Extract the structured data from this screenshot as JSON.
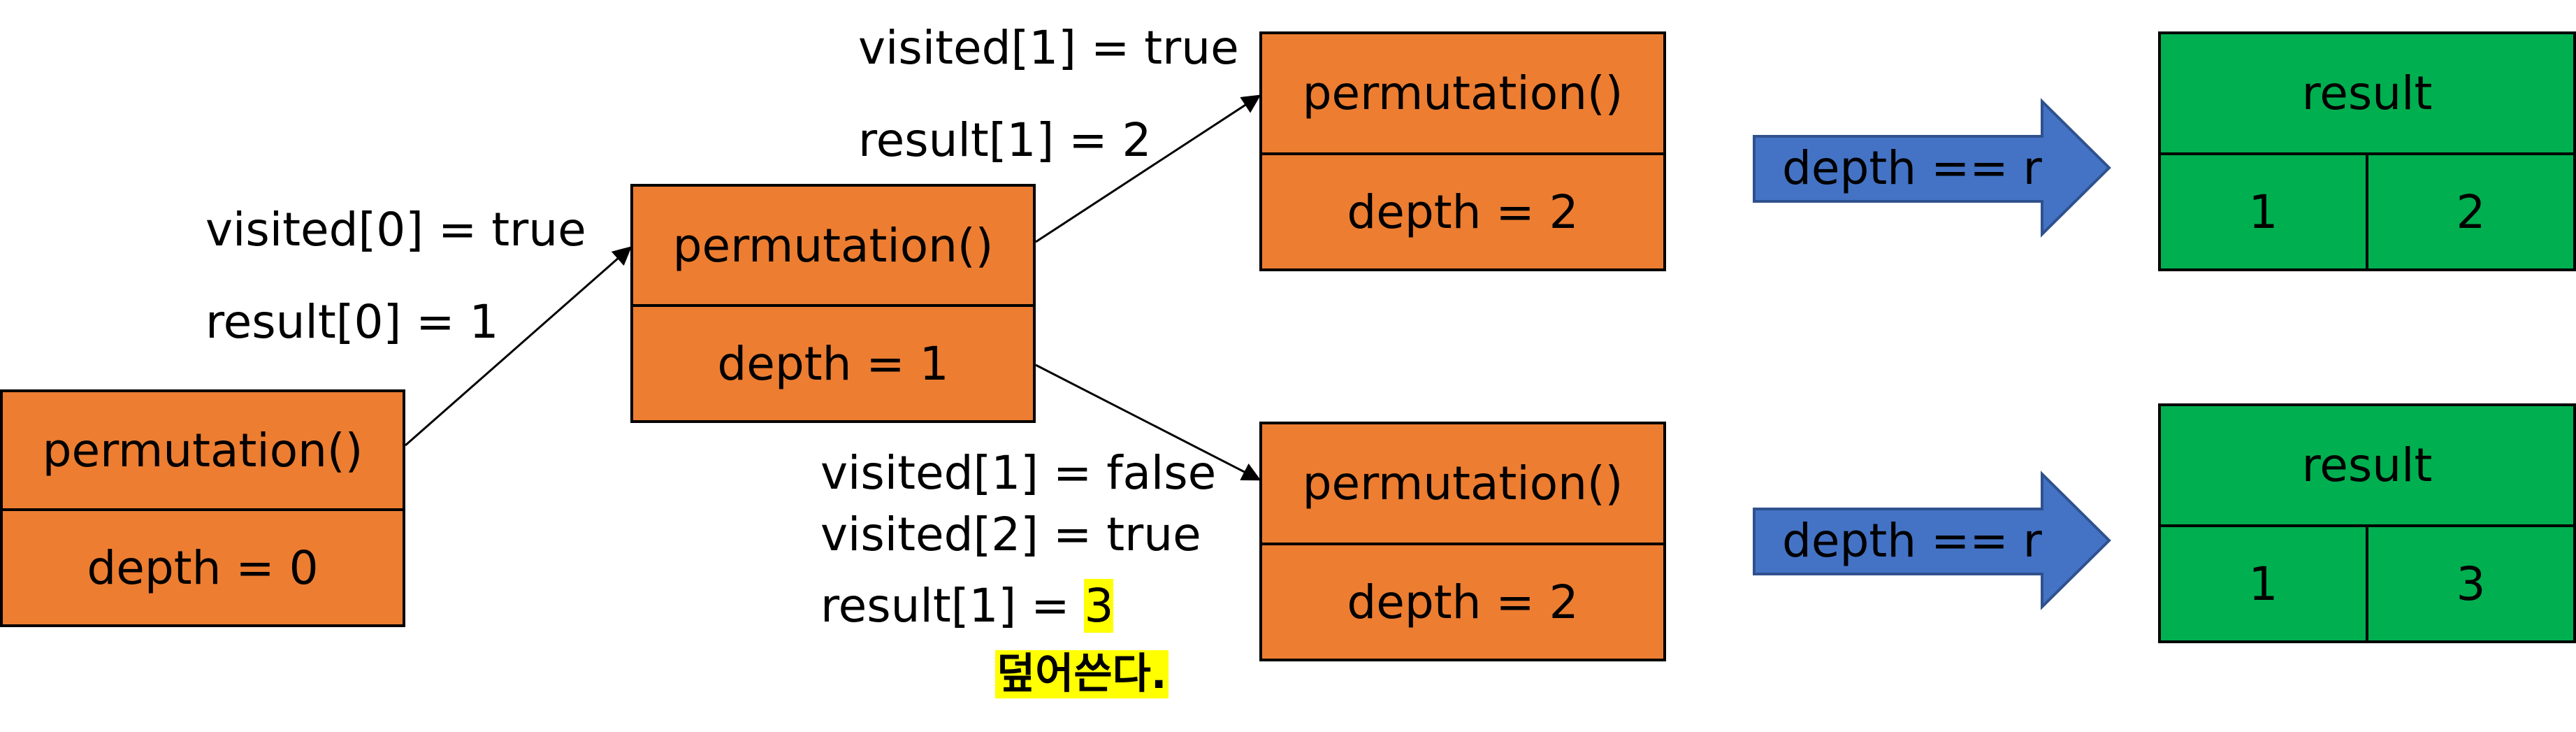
{
  "nodes": {
    "root": {
      "func": "permutation()",
      "depth": "depth = 0"
    },
    "level1": {
      "func": "permutation()",
      "depth": "depth = 1"
    },
    "level2_top": {
      "func": "permutation()",
      "depth": "depth = 2"
    },
    "level2_bottom": {
      "func": "permutation()",
      "depth": "depth = 2"
    }
  },
  "edges": {
    "root_to_level1": {
      "line1": "visited[0] = true",
      "line2": "result[0] = 1"
    },
    "level1_to_top": {
      "line1": "visited[1] = true",
      "line2": "result[1] = 2"
    },
    "level1_to_bottom": {
      "line1": "visited[1] = false",
      "line2": "visited[2] = true",
      "line3_prefix": "result[1] = ",
      "line3_value": "3",
      "note": "덮어쓴다."
    }
  },
  "terminal_arrows": {
    "top": {
      "label": "depth == r"
    },
    "bottom": {
      "label": "depth == r"
    }
  },
  "results": {
    "top": {
      "header": "result",
      "cells": [
        "1",
        "2"
      ]
    },
    "bottom": {
      "header": "result",
      "cells": [
        "1",
        "3"
      ]
    }
  },
  "colors": {
    "node_fill": "#ed7d31",
    "result_fill": "#00b050",
    "arrow_fill": "#4472c4",
    "highlight": "#ffff00"
  }
}
